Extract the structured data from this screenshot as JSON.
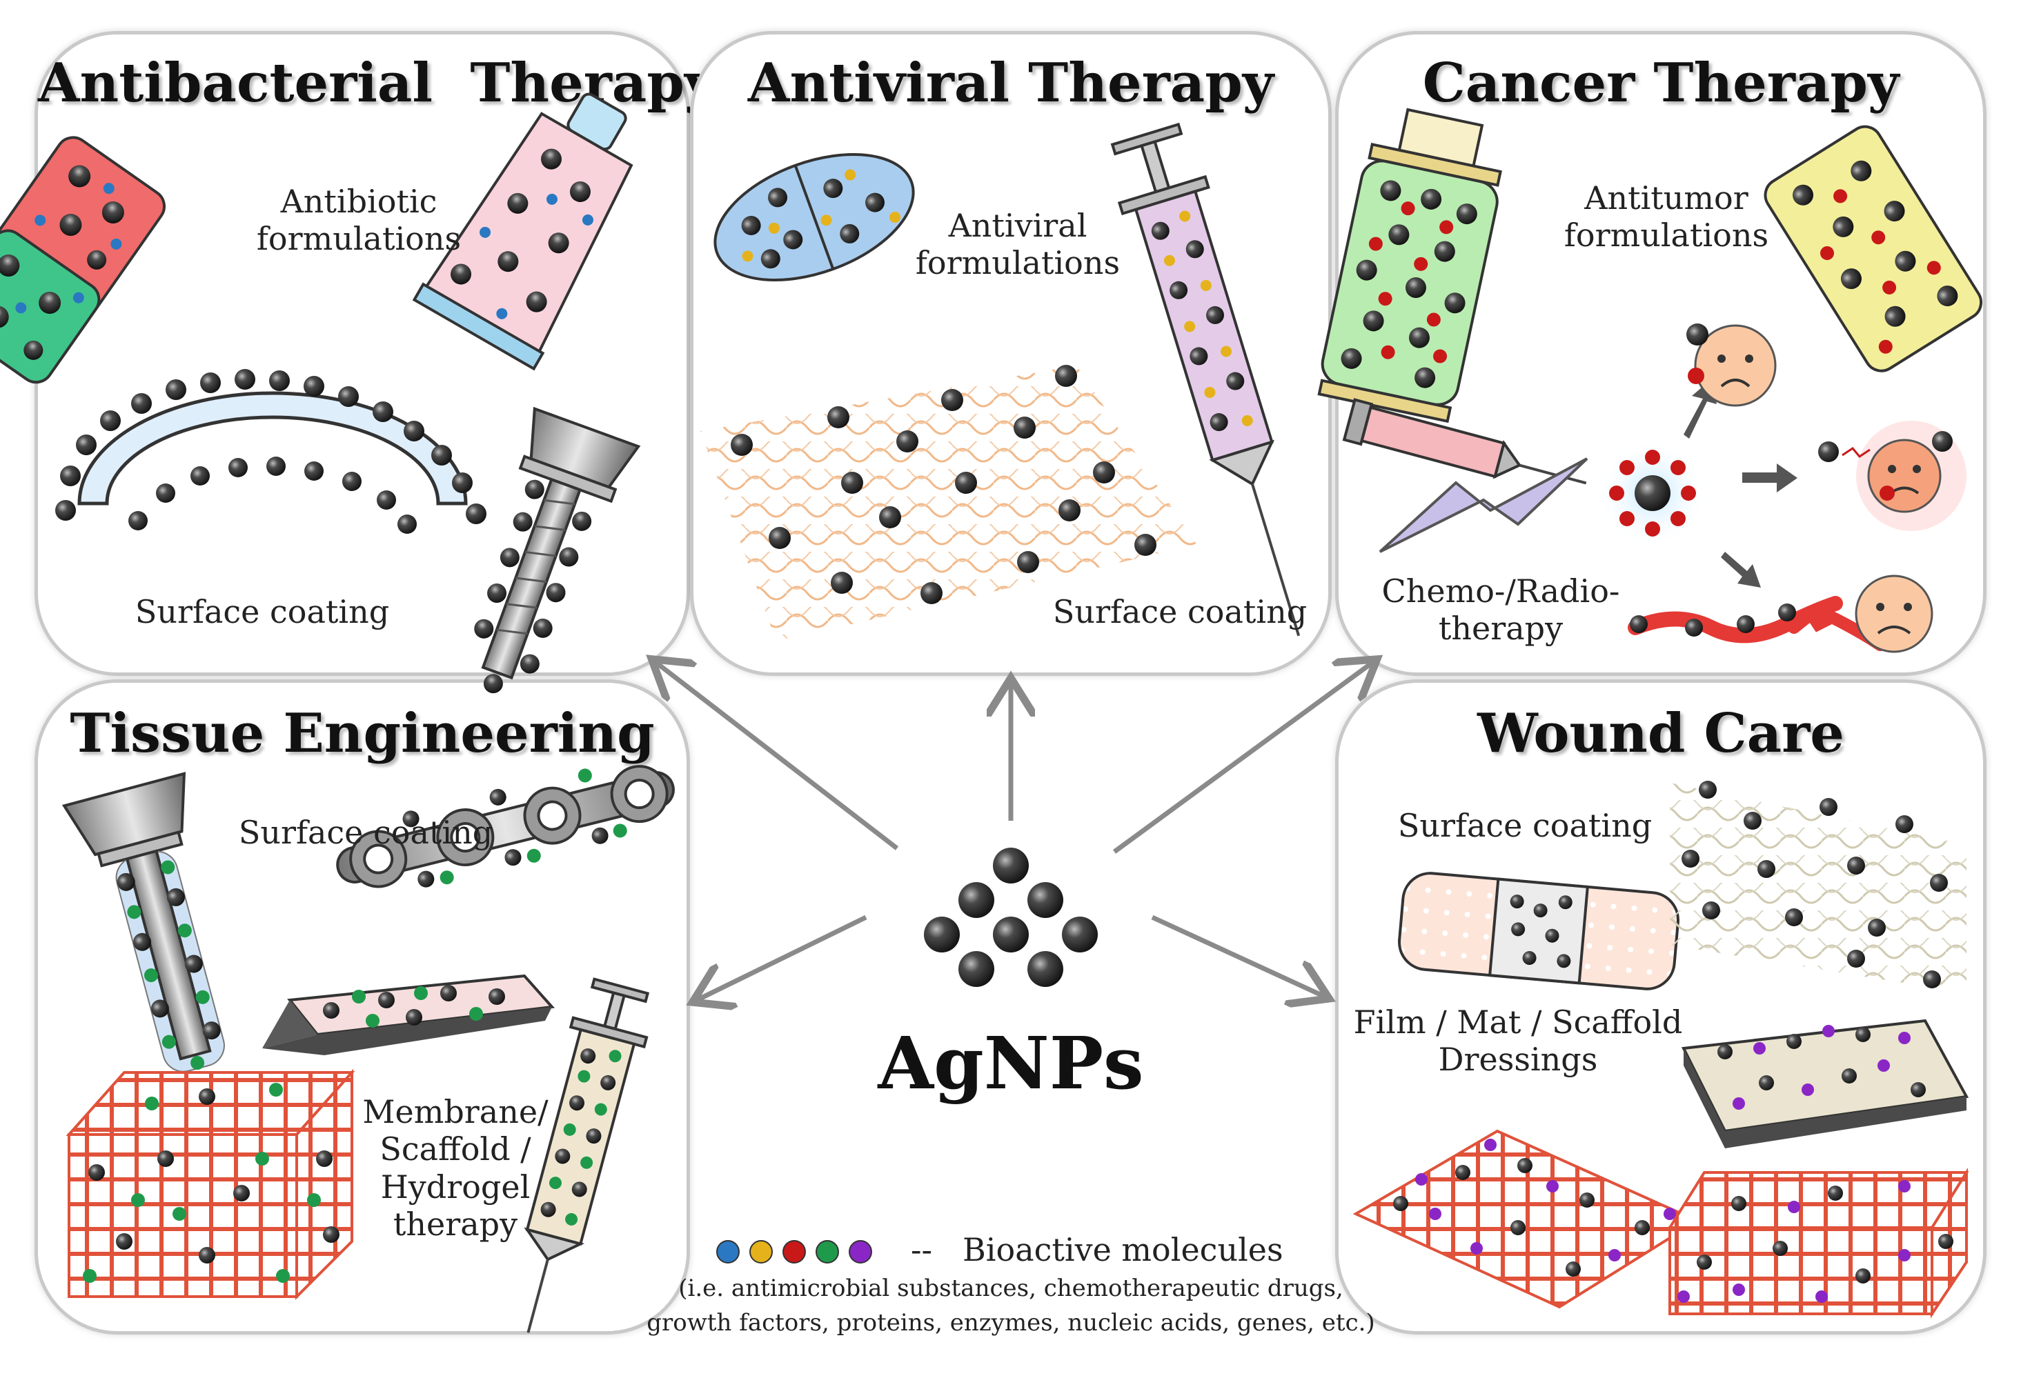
{
  "panels": {
    "antibacterial": {
      "title": "Antibacterial  Therapy",
      "label_formulations": "Antibiotic formulations",
      "label_coating": "Surface coating"
    },
    "antiviral": {
      "title": "Antiviral Therapy",
      "label_formulations": "Antiviral formulations",
      "label_coating": "Surface coating"
    },
    "cancer": {
      "title": "Cancer Therapy",
      "label_formulations": "Antitumor formulations",
      "label_therapy": "Chemo-/Radio-therapy"
    },
    "tissue": {
      "title": "Tissue Engineering",
      "label_coating": "Surface coating",
      "label_membrane": "Membrane/ Scaffold / Hydrogel therapy"
    },
    "wound": {
      "title": "Wound Care",
      "label_coating": "Surface coating",
      "label_dressings": "Film / Mat / Scaffold Dressings"
    }
  },
  "center": {
    "label": "AgNPs"
  },
  "legend": {
    "dash": "--",
    "label": "Bioactive molecules",
    "note_line1": "(i.e. antimicrobial substances, chemotherapeutic drugs,",
    "note_line2": "growth factors, proteins, enzymes, nucleic acids, genes, etc.)",
    "colors": [
      "#2a78c2",
      "#e5b21c",
      "#c91818",
      "#1f9a4b",
      "#8a26c6"
    ]
  },
  "colors": {
    "nanoparticle": "#2b2b2b",
    "panel_border": "#c9c9c9",
    "arrow": "#8a8a8a",
    "mesh": "#e0523a",
    "fiber": "#f1b98a"
  }
}
